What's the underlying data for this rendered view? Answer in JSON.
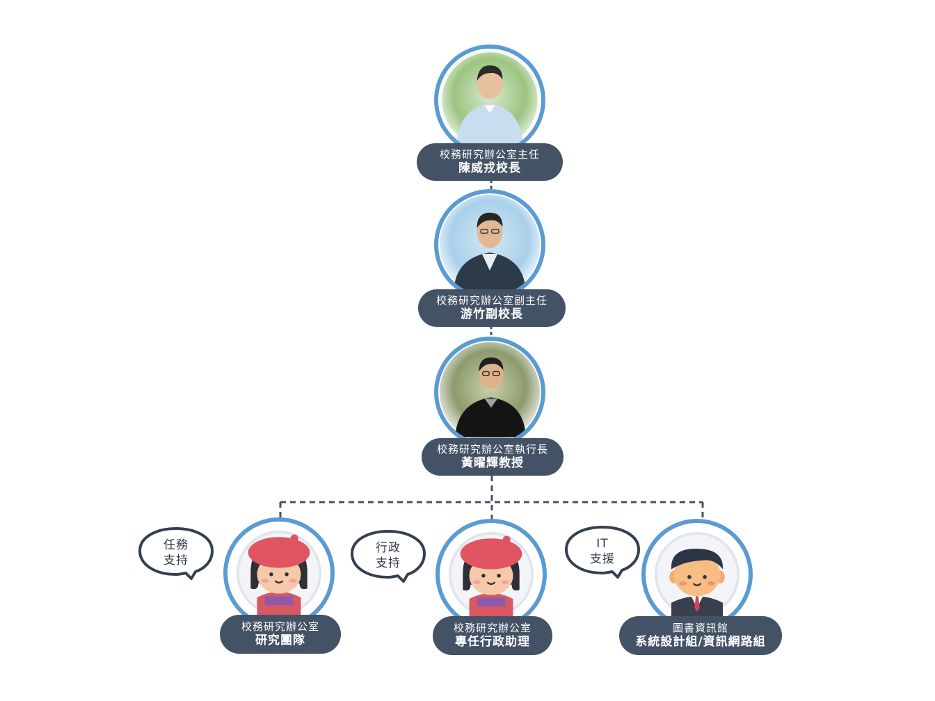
{
  "colors": {
    "ring": "#5b9bd3",
    "label_bg": "#445266",
    "connector": "#445266",
    "bubble_stroke": "#34404f"
  },
  "leaders": [
    {
      "title": "校務研究辦公室主任",
      "name": "陳威戎校長",
      "photo": "photo-director"
    },
    {
      "title": "校務研究辦公室副主任",
      "name": "游竹副校長",
      "photo": "photo-deputy-director"
    },
    {
      "title": "校務研究辦公室執行長",
      "name": "黃曜輝教授",
      "photo": "photo-ceo"
    }
  ],
  "teams": [
    {
      "line1": "校務研究辦公室",
      "line2": "研究團隊",
      "avatar": "girl-beret-avatar",
      "bubble": [
        "任務",
        "支持"
      ]
    },
    {
      "line1": "校務研究辦公室",
      "line2": "專任行政助理",
      "avatar": "girl-beret-avatar",
      "bubble": [
        "行政",
        "支持"
      ]
    },
    {
      "line1": "圖書資訊館",
      "line2": "系統設計組/資訊網路組",
      "avatar": "boy-suit-avatar",
      "bubble": [
        "IT",
        "支援"
      ]
    }
  ]
}
